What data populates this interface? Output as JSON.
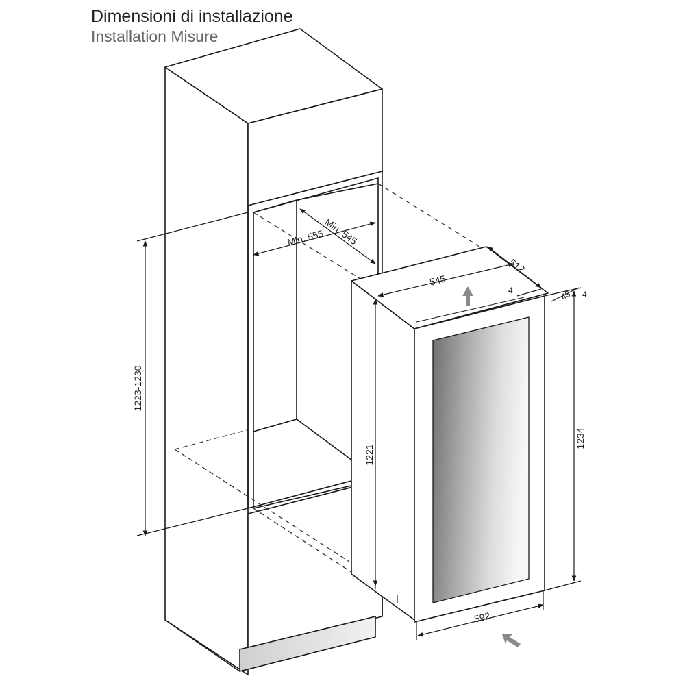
{
  "header": {
    "title": "Dimensioni di installazione",
    "subtitle": "Installation Misure"
  },
  "dimensions": {
    "niche_height": "1223-1230",
    "niche_min_width": "Min. 555",
    "niche_min_depth": "Min. 545",
    "appliance_width_top": "545",
    "appliance_depth": "512",
    "gap_4_left": "4",
    "gap_43": "43",
    "gap_4_right": "4",
    "appliance_body_height": "1221",
    "appliance_total_height": "1234",
    "door_width": "592"
  },
  "colors": {
    "line": "#1a1a1a",
    "dashed": "#333333",
    "arrow_fill": "#8a8a8a",
    "glass_dark": "#7e7e7e",
    "glass_light": "#eeeeee"
  }
}
